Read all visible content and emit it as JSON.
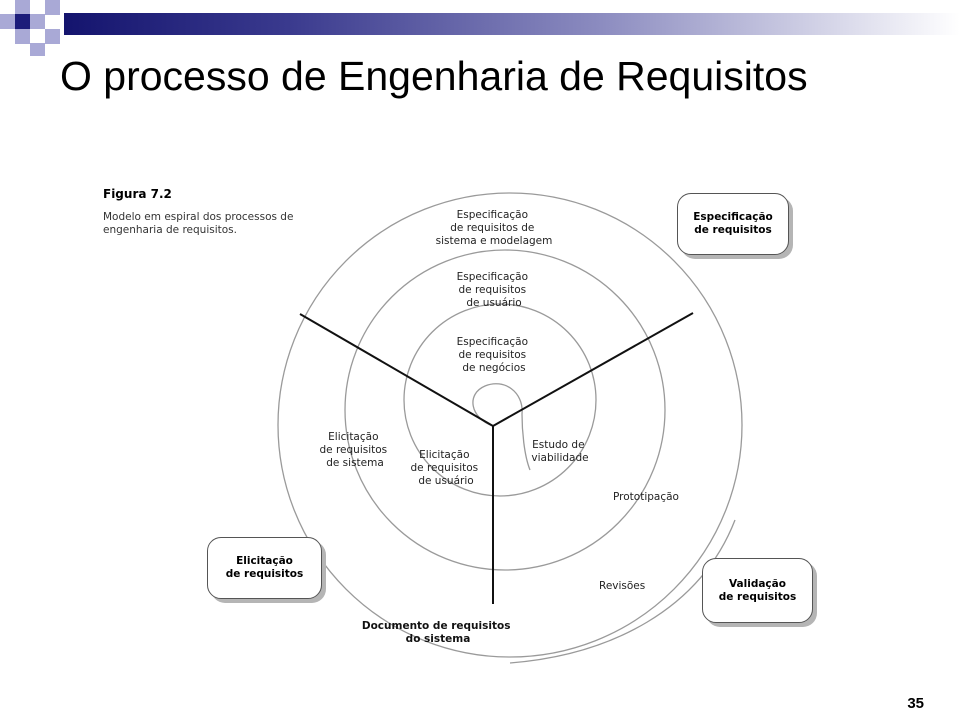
{
  "slide": {
    "title": "O processo de Engenharia de Requisitos",
    "page_number": "35"
  },
  "figure": {
    "label": "Figura 7.2",
    "caption": "Modelo em espiral dos processos de engenharia de requisitos."
  },
  "phases": {
    "specification": "Especificação\nde requisitos",
    "elicitation": "Elicitação\nde requisitos",
    "validation": "Validação\nde requisitos"
  },
  "labels": {
    "spec_system": [
      "Especificação",
      "de requisitos de",
      "sistema e modelagem"
    ],
    "spec_user": [
      "Especificação",
      "de requisitos",
      "de usuário"
    ],
    "spec_business": [
      "Especificação",
      "de requisitos",
      "de negócios"
    ],
    "elic_system": [
      "Elicitação",
      "de requisitos",
      "de sistema"
    ],
    "elic_user": [
      "Elicitação",
      "de requisitos",
      "de usuário"
    ],
    "feasibility": [
      "Estudo de",
      "viabilidade"
    ],
    "prototyping": "Prototipação",
    "reviews": "Revisões",
    "document": [
      "Documento de requisitos",
      "do sistema"
    ]
  },
  "colors": {
    "title_bar_dark": "#14146e",
    "square_dark": "#1c1c7a",
    "square_light": "#a9a9d6",
    "spiral_line": "#9a9a9a",
    "divider_line": "#111111"
  }
}
